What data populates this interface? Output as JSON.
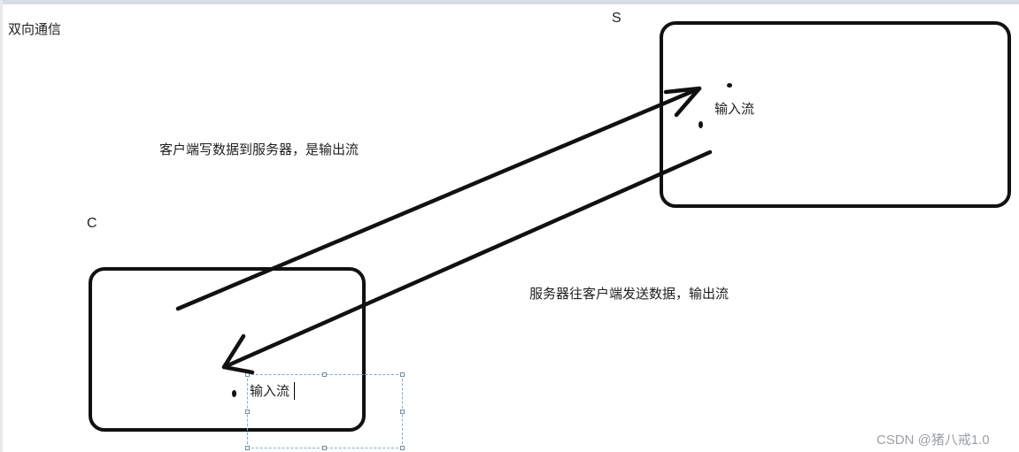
{
  "title": "双向通信",
  "server": {
    "letter": "S",
    "stream_label": "输入流"
  },
  "client": {
    "letter": "C",
    "stream_label": "输入流"
  },
  "annotation_client_to_server": "客户端写数据到服务器，是输出流",
  "annotation_server_to_client": "服务器往客户端发送数据，输出流",
  "watermark": "CSDN @猪八戒1.0",
  "colors": {
    "stroke": "#111111",
    "selection": "#7aaed6"
  }
}
